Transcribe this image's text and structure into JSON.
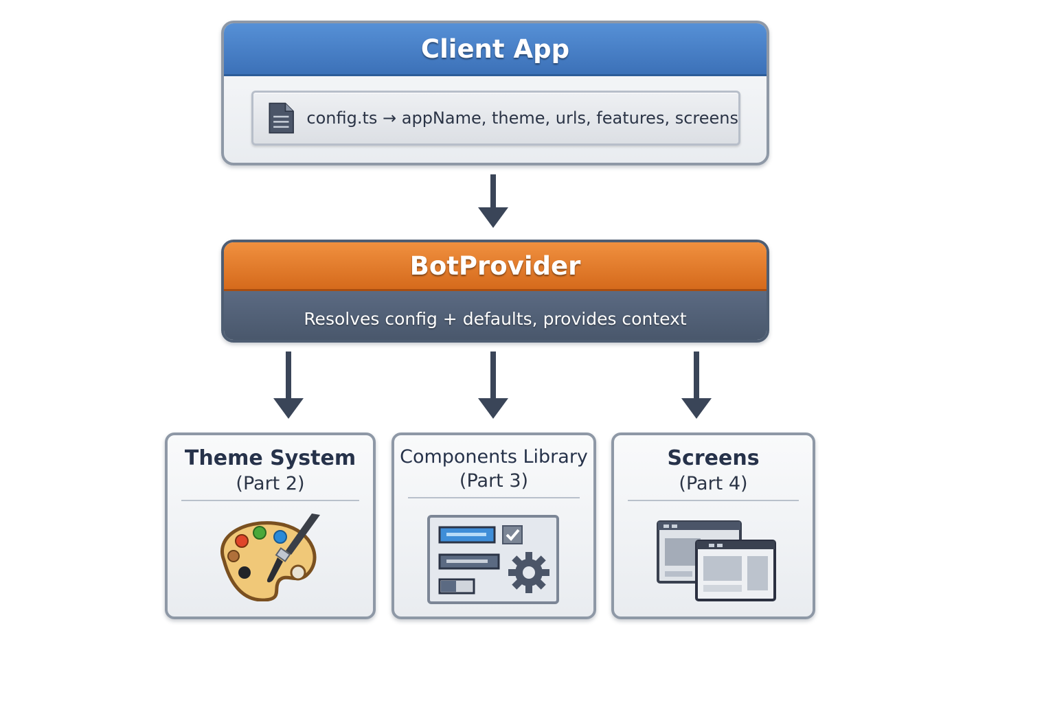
{
  "client_app": {
    "title": "Client App",
    "config_line": "config.ts → appName, theme, urls, features, screens",
    "icon": "document-icon"
  },
  "bot_provider": {
    "title": "BotProvider",
    "description": "Resolves config + defaults, provides context"
  },
  "cards": [
    {
      "title": "Theme System",
      "subtitle": "(Part 2)",
      "icon": "palette-icon"
    },
    {
      "title": "Components Library",
      "subtitle": "(Part 3)",
      "icon": "ui-components-icon"
    },
    {
      "title": "Screens",
      "subtitle": "(Part 4)",
      "icon": "windows-icon"
    }
  ],
  "colors": {
    "client_header": "#4a83c9",
    "provider_header": "#e57c2b",
    "provider_body": "#4f5e76",
    "arrows": "#3a4558"
  }
}
